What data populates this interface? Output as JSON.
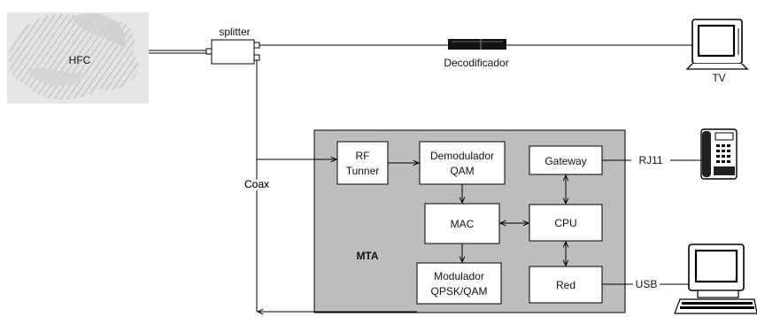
{
  "labels": {
    "hfc": "HFC",
    "splitter": "splitter",
    "decoder": "Decodificador",
    "tv": "TV",
    "coax": "Coax",
    "mta": "MTA",
    "rj11": "RJ11",
    "usb": "USB"
  },
  "blocks": {
    "rf_tuner": [
      "RF",
      "Tunner"
    ],
    "demodulator": [
      "Demodulador",
      "QAM"
    ],
    "gateway": "Gateway",
    "mac": "MAC",
    "cpu": "CPU",
    "modulator": [
      "Modulador",
      "QPSK/QAM"
    ],
    "red": "Red"
  },
  "colors": {
    "mta_background": "#bdbdbd",
    "block_fill": "#ffffff",
    "line": "#000000"
  },
  "icons": {
    "hfc": "hfc-cloud-icon",
    "splitter": "splitter-icon",
    "decoder": "decoder-cable-icon",
    "tv": "tv-icon",
    "telephone": "telephone-icon",
    "computer": "computer-icon"
  }
}
